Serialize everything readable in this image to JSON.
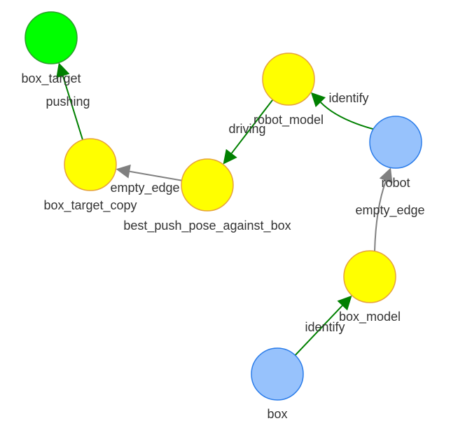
{
  "graph": {
    "nodes": [
      {
        "id": "box_target",
        "label": "box_target",
        "fill": "#00ff00",
        "stroke": "#2a9d2a"
      },
      {
        "id": "robot_model",
        "label": "robot_model",
        "fill": "#ffff00",
        "stroke": "#e6a23c"
      },
      {
        "id": "robot",
        "label": "robot",
        "fill": "#97c2fc",
        "stroke": "#2b7ce9"
      },
      {
        "id": "box_target_copy",
        "label": "box_target_copy",
        "fill": "#ffff00",
        "stroke": "#e6a23c"
      },
      {
        "id": "best_push_pose_against_box",
        "label": "best_push_pose_against_box",
        "fill": "#ffff00",
        "stroke": "#e6a23c"
      },
      {
        "id": "box_model",
        "label": "box_model",
        "fill": "#ffff00",
        "stroke": "#e6a23c"
      },
      {
        "id": "box",
        "label": "box",
        "fill": "#97c2fc",
        "stroke": "#2b7ce9"
      }
    ],
    "edges": [
      {
        "from": "box_target_copy",
        "to": "box_target",
        "label": "pushing",
        "color": "#008000"
      },
      {
        "from": "robot_model",
        "to": "best_push_pose_against_box",
        "label": "driving",
        "color": "#008000"
      },
      {
        "from": "robot",
        "to": "robot_model",
        "label": "identify",
        "color": "#008000"
      },
      {
        "from": "best_push_pose_against_box",
        "to": "box_target_copy",
        "label": "empty_edge",
        "color": "#808080"
      },
      {
        "from": "box_model",
        "to": "robot",
        "label": "empty_edge",
        "color": "#808080"
      },
      {
        "from": "box",
        "to": "box_model",
        "label": "identify",
        "color": "#008000"
      }
    ]
  }
}
